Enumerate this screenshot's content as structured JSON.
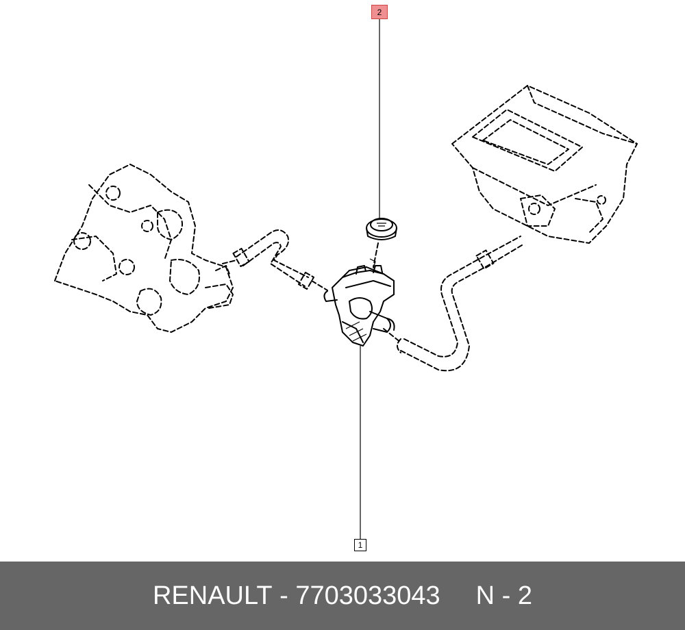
{
  "diagram": {
    "callouts": [
      {
        "id": "1",
        "label": "1"
      },
      {
        "id": "2",
        "label": "2"
      }
    ]
  },
  "footer": {
    "brand": "RENAULT",
    "separator": "-",
    "part_number": "7703033043",
    "page_label": "N - 2"
  },
  "colors": {
    "highlight_callout": "#f08f92",
    "footer_bg": "#666666",
    "footer_text": "#ffffff"
  }
}
